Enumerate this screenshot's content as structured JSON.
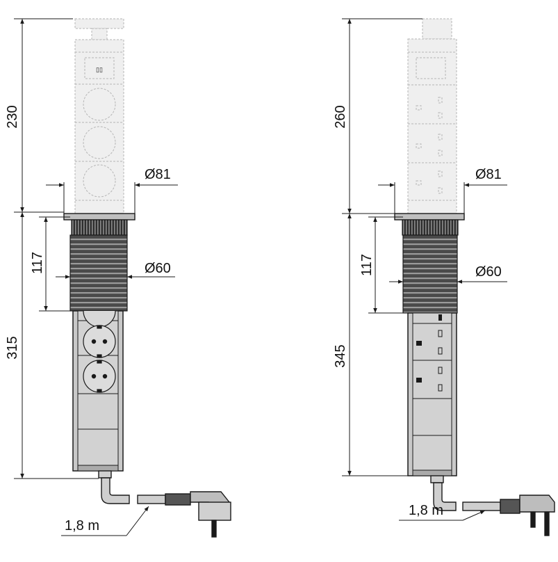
{
  "left_unit": {
    "extended_height": "230",
    "body_height": "315",
    "flange_diameter": "Ø81",
    "thread_length": "117",
    "thread_diameter": "Ø60",
    "cable_length": "1,8 m",
    "socket_type": "schuko-socket-icon",
    "plug_type": "schuko-angled-plug-icon"
  },
  "right_unit": {
    "extended_height": "260",
    "body_height": "345",
    "flange_diameter": "Ø81",
    "thread_length": "117",
    "thread_diameter": "Ø60",
    "cable_length": "1,8 m",
    "socket_type": "uk-socket-icon",
    "plug_type": "uk-plug-icon"
  },
  "colors": {
    "line": "#1a1a1a",
    "body_fill": "#c8c8c8",
    "thread_fill": "#555555",
    "ghost_fill": "#eeeeee",
    "ghost_stroke": "#b5b5b5"
  }
}
